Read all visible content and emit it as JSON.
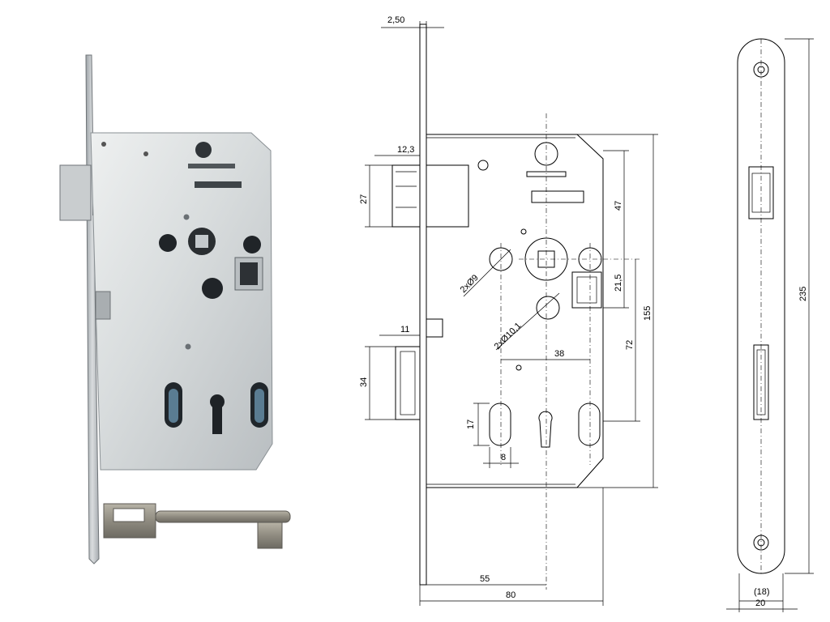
{
  "dims_top": {
    "faceplate_thickness": "2,50"
  },
  "dims_left": {
    "latch_offset": "12,3",
    "latch_height": "27",
    "bolt_offset": "11",
    "bolt_height": "34"
  },
  "dims_inner": {
    "holes_small": "2xØ9",
    "holes_large": "2xØ10,1",
    "spacing_38": "38",
    "slot_height": "17",
    "slot_width": "8"
  },
  "dims_right": {
    "d47": "47",
    "d21_5": "21,5",
    "d72": "72",
    "d155": "155"
  },
  "dims_bottom": {
    "backset": "55",
    "depth": "80"
  },
  "faceplate_dims": {
    "length": "235",
    "inner_width": "(18)",
    "outer_width": "20"
  }
}
